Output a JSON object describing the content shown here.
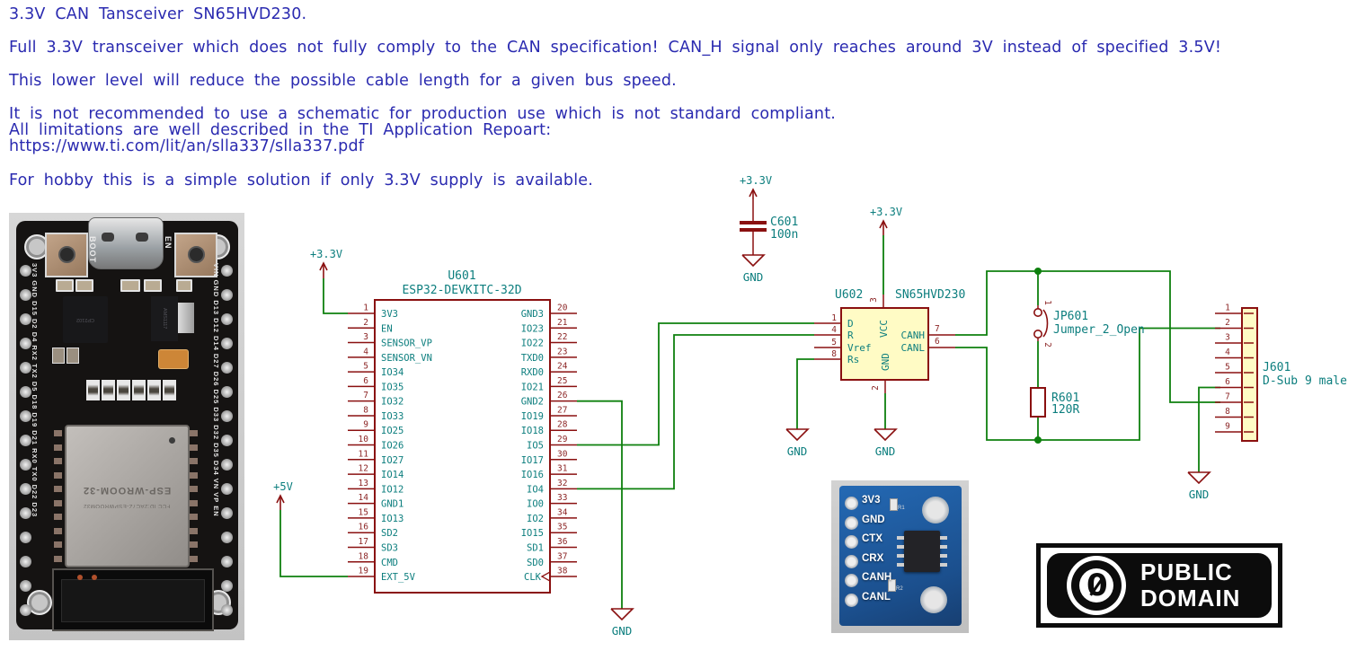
{
  "notes": {
    "lines": [
      "3.3V CAN Tansceiver SN65HVD230.",
      "Full 3.3V transceiver which does not fully comply to the CAN specification! CAN_H signal only reaches around 3V instead of specified 3.5V!",
      "This lower level will reduce the possible cable length for a given bus speed.",
      "It is not recommended to use a schematic for production use which is not standard compliant.",
      "All limitations are well described in the TI Application Repoart:",
      "https://www.ti.com/lit/an/slla337/slla337.pdf",
      "For hobby this is a simple solution if only 3.3V supply is available."
    ]
  },
  "colors": {
    "wire_green": "#0e800e",
    "symbol_red": "#8a1010",
    "label_teal": "#0c7e7e",
    "pin_number_red": "#8c2626",
    "symbol_fill_yellow": "#fffbc5",
    "notes_blue": "#2a2ab0"
  },
  "power": {
    "v33": "+3.3V",
    "v5": "+5V",
    "gnd": "GND"
  },
  "u601": {
    "ref": "U601",
    "value": "ESP32-DEVKITC-32D",
    "left_pins": [
      {
        "n": "1",
        "name": "3V3"
      },
      {
        "n": "2",
        "name": "EN"
      },
      {
        "n": "3",
        "name": "SENSOR_VP"
      },
      {
        "n": "4",
        "name": "SENSOR_VN"
      },
      {
        "n": "5",
        "name": "IO34"
      },
      {
        "n": "6",
        "name": "IO35"
      },
      {
        "n": "7",
        "name": "IO32"
      },
      {
        "n": "8",
        "name": "IO33"
      },
      {
        "n": "9",
        "name": "IO25"
      },
      {
        "n": "10",
        "name": "IO26"
      },
      {
        "n": "11",
        "name": "IO27"
      },
      {
        "n": "12",
        "name": "IO14"
      },
      {
        "n": "13",
        "name": "IO12"
      },
      {
        "n": "14",
        "name": "GND1"
      },
      {
        "n": "15",
        "name": "IO13"
      },
      {
        "n": "16",
        "name": "SD2"
      },
      {
        "n": "17",
        "name": "SD3"
      },
      {
        "n": "18",
        "name": "CMD"
      },
      {
        "n": "19",
        "name": "EXT_5V"
      }
    ],
    "right_pins": [
      {
        "n": "20",
        "name": "GND3"
      },
      {
        "n": "21",
        "name": "IO23"
      },
      {
        "n": "22",
        "name": "IO22"
      },
      {
        "n": "23",
        "name": "TXD0"
      },
      {
        "n": "24",
        "name": "RXD0"
      },
      {
        "n": "25",
        "name": "IO21"
      },
      {
        "n": "26",
        "name": "GND2"
      },
      {
        "n": "27",
        "name": "IO19"
      },
      {
        "n": "28",
        "name": "IO18"
      },
      {
        "n": "29",
        "name": "IO5"
      },
      {
        "n": "30",
        "name": "IO17"
      },
      {
        "n": "31",
        "name": "IO16"
      },
      {
        "n": "32",
        "name": "IO4"
      },
      {
        "n": "33",
        "name": "IO0"
      },
      {
        "n": "34",
        "name": "IO2"
      },
      {
        "n": "35",
        "name": "IO15"
      },
      {
        "n": "36",
        "name": "SD1"
      },
      {
        "n": "37",
        "name": "SD0"
      },
      {
        "n": "38",
        "name": "CLK"
      }
    ]
  },
  "u602": {
    "ref": "U602",
    "value": "SN65HVD230",
    "left_pins": [
      {
        "n": "1",
        "name": "D"
      },
      {
        "n": "4",
        "name": "R"
      },
      {
        "n": "5",
        "name": "Vref"
      },
      {
        "n": "8",
        "name": "Rs"
      }
    ],
    "right_pins": [
      {
        "n": "7",
        "name": "CANH"
      },
      {
        "n": "6",
        "name": "CANL"
      }
    ],
    "top_pin": {
      "n": "3",
      "name": "VCC"
    },
    "bottom_pin": {
      "n": "2",
      "name": "GND"
    }
  },
  "c601": {
    "ref": "C601",
    "value": "100n"
  },
  "jp601": {
    "ref": "JP601",
    "value": "Jumper_2_Open",
    "pin1": "1",
    "pin2": "2"
  },
  "r601": {
    "ref": "R601",
    "value": "120R"
  },
  "j601": {
    "ref": "J601",
    "value": "D-Sub 9 male",
    "pins": [
      "1",
      "2",
      "3",
      "4",
      "5",
      "6",
      "7",
      "8",
      "9"
    ]
  },
  "esp32_photo": {
    "boot_button": "BOOT",
    "en_button": "EN",
    "left_rail": "3V3 GND D15 D2 D4 RX2 TX2 D5 D18 D19 D21 RX0 TX0 D22 D23",
    "right_rail": "VIN GND D13 D12 D14 D27 D26 D25 D33 D32 D35 D34 VN VP EN",
    "shield_fcc": "FCC ID:2AC7Z-ESPWROOM32",
    "shield_model": "ESP-WROOM-32",
    "usb_chip": "CP2102",
    "regulator": "AMS1117"
  },
  "can_module_photo": {
    "pin_labels": [
      "3V3",
      "GND",
      "CTX",
      "CRX",
      "CANH",
      "CANL"
    ],
    "r1": "R1",
    "r2": "R2"
  },
  "badge": {
    "word1": "PUBLIC",
    "word2": "DOMAIN",
    "zero": "0"
  }
}
